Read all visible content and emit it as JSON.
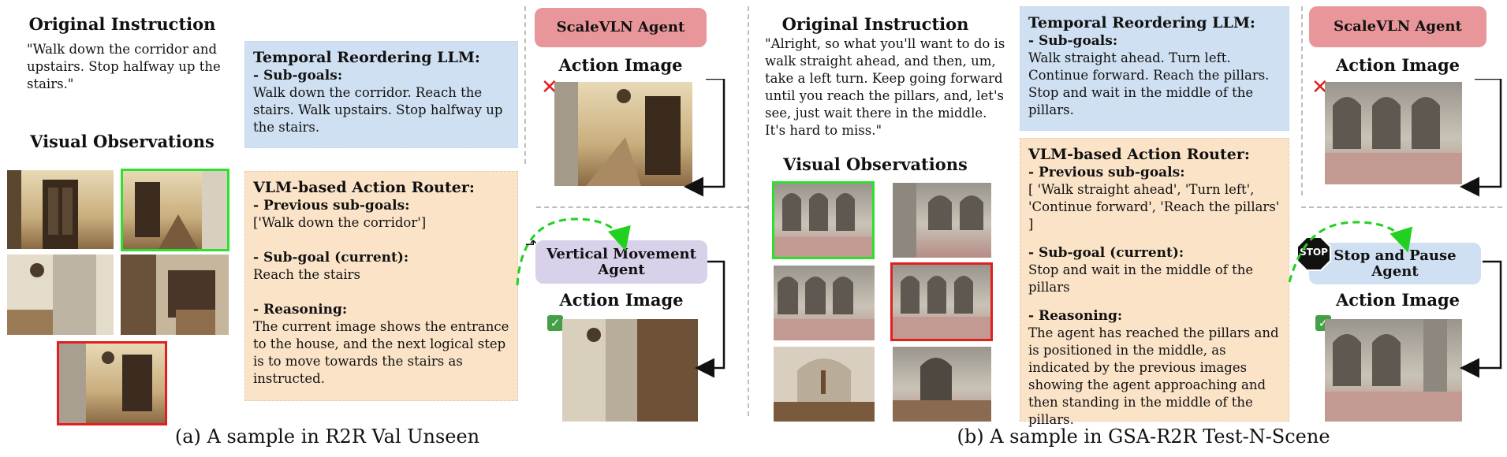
{
  "left": {
    "instruction_heading": "Original Instruction",
    "instruction_text": "\"Walk down the corridor and upstairs. Stop halfway up the stairs.\"",
    "visual_heading": "Visual Observations",
    "llm_title": "Temporal Reordering LLM:",
    "llm_subgoals_label": "- Sub-goals:",
    "llm_subgoals_text": "Walk down the corridor. Reach the stairs. Walk upstairs. Stop halfway up the stairs.",
    "router_title": "VLM-based Action Router:",
    "router_prev_label": "- Previous sub-goals:",
    "router_prev_text": "['Walk down the corridor']",
    "router_current_label": "- Sub-goal (current):",
    "router_current_text": "Reach the stairs",
    "router_reason_label": "- Reasoning:",
    "router_reason_text": "The current image shows the entrance to the house, and the next logical step is to move towards the stairs as instructed.",
    "agent_top": "ScaleVLN Agent",
    "action_image_top": "Action Image",
    "agent_bottom": "Vertical Movement Agent",
    "action_image_bottom": "Action Image",
    "caption": "(a) A sample in R2R Val Unseen"
  },
  "right": {
    "instruction_heading": "Original Instruction",
    "instruction_text": "\"Alright, so what you'll want to do is walk straight ahead, and then, um, take a left turn. Keep going forward until you reach the pillars, and, let's see, just wait there in the middle. It's hard to miss.\"",
    "visual_heading": "Visual Observations",
    "llm_title": "Temporal Reordering LLM:",
    "llm_subgoals_label": "- Sub-goals:",
    "llm_subgoals_text": "Walk straight ahead. Turn left. Continue forward. Reach the pillars. Stop and wait in the middle of the pillars.",
    "router_title": "VLM-based Action Router:",
    "router_prev_label": "- Previous sub-goals:",
    "router_prev_text": "[ 'Walk straight ahead', 'Turn left', 'Continue forward', 'Reach the pillars' ]",
    "router_current_label": "- Sub-goal (current):",
    "router_current_text": "Stop and wait in the middle of the pillars",
    "router_reason_label": "- Reasoning:",
    "router_reason_text": "The agent has reached the pillars and is positioned in the middle, as indicated by the previous images showing the agent approaching and then standing in the middle of the pillars.",
    "agent_top": "ScaleVLN Agent",
    "action_image_top": "Action Image",
    "agent_bottom": "Stop and Pause Agent",
    "stop_sign": "STOP",
    "action_image_bottom": "Action Image",
    "caption": "(b) A sample in GSA-R2R Test-N-Scene"
  },
  "colors": {
    "blue_box": "#cfe0f2",
    "peach_box": "#fbe3c8",
    "scalevln": "#e8969a",
    "vertical_agent": "#d9d0ea",
    "stop_agent": "#cfe0f2",
    "green": "#2ee02e",
    "red": "#e02020"
  }
}
